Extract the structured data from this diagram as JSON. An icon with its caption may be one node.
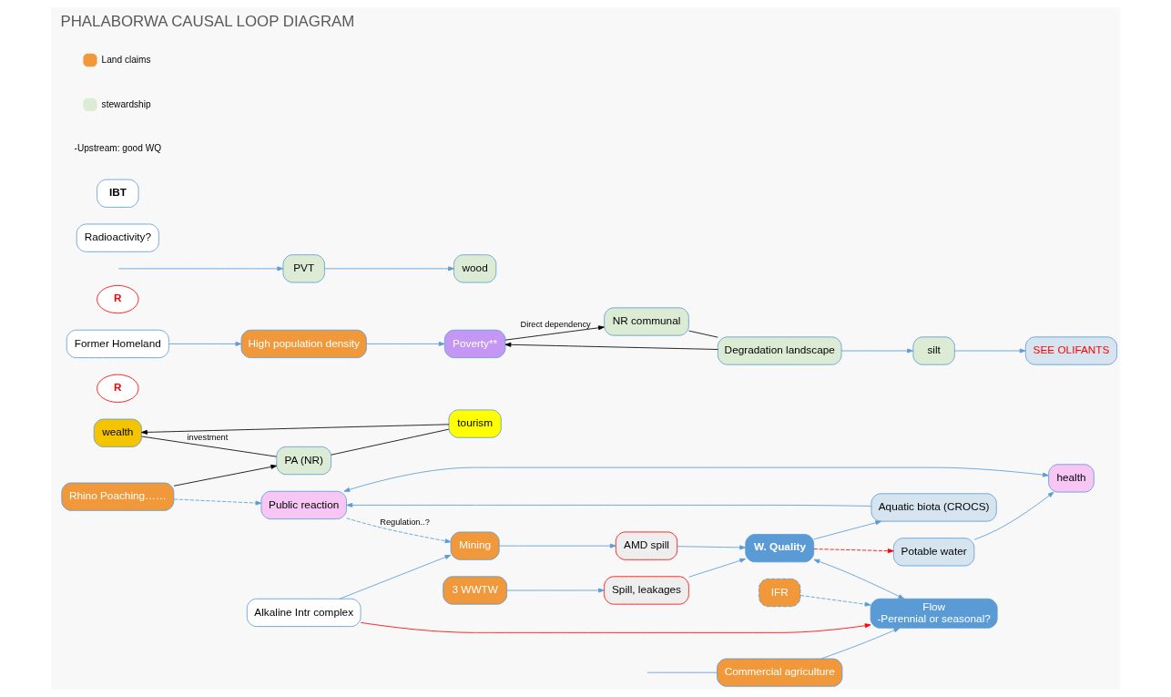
{
  "diagram": {
    "title": "PHALABORWA CAUSAL LOOP DIAGRAM",
    "nodes": [
      {
        "text": [
          "wealth"
        ]
      },
      {
        "text": [
          "tourism"
        ]
      },
      {
        "text": [
          "R"
        ]
      },
      {
        "text": [
          "PA (NR)"
        ]
      },
      {
        "text": [
          "Rhino Poaching……"
        ]
      },
      {
        "text": [
          "Former Homeland"
        ]
      },
      {
        "text": [
          "High population density"
        ]
      },
      {
        "text": [
          "Poverty**"
        ]
      },
      {
        "text": [
          "R"
        ]
      },
      {
        "text": [
          "Degradation landscape"
        ]
      },
      {
        "text": [
          "NR communal"
        ]
      },
      {
        "text": [
          "wood"
        ]
      },
      {
        "text": [
          "PVT"
        ]
      },
      {
        "text": [
          "silt"
        ]
      },
      {
        "text": [
          "SEE OLIFANTS"
        ]
      },
      {
        "text": [
          "Alkaline Intr complex"
        ]
      },
      {
        "text": [
          "Mining"
        ]
      },
      {
        "text": [
          "AMD spill"
        ]
      },
      {
        "text": [
          "Radioactivity?"
        ]
      },
      {
        "text": [
          "W. Quality"
        ]
      },
      {
        "text": [
          "Aquatic biota (CROCS)"
        ]
      },
      {
        "text": [
          "Potable water"
        ]
      },
      {
        "text": [
          "Public reaction"
        ]
      },
      {
        "text": [
          "3 WWTW"
        ]
      },
      {
        "text": [
          "Spill, leakages"
        ]
      },
      {
        "text": [
          "health"
        ]
      },
      {
        "text": [
          "Commercial agriculture"
        ]
      },
      {
        "text": [
          "Flow",
          "-Perennial or seasonal?"
        ]
      },
      {
        "text": [
          "IFR"
        ]
      },
      {
        "text": [
          "IBT"
        ]
      }
    ],
    "edges": [
      {
        "from": 0,
        "to": 3,
        "arrow": "none",
        "label": "investment",
        "color": "#000000"
      },
      {
        "from": 3,
        "to": 1,
        "arrow": "none",
        "color": "#000000"
      },
      {
        "from": 1,
        "to": 0,
        "arrow": "to",
        "color": "#000000"
      },
      {
        "from": 4,
        "to": 3,
        "arrow": "to",
        "color": "#000000"
      },
      {
        "from": 5,
        "to": 6,
        "arrow": "to"
      },
      {
        "from": 6,
        "to": 7,
        "arrow": "to"
      },
      {
        "from": 7,
        "to": 10,
        "arrow": "to",
        "label": "Direct dependency",
        "color": "#000000"
      },
      {
        "from": 10,
        "to": 9,
        "arrow": "none",
        "color": "#000000"
      },
      {
        "from": 9,
        "to": 7,
        "arrow": "to",
        "color": "#000000"
      },
      {
        "from": null,
        "to": 12,
        "arrow": "to"
      },
      {
        "from": 12,
        "to": 11,
        "arrow": "to"
      },
      {
        "from": 9,
        "to": 13,
        "arrow": "to"
      },
      {
        "from": 13,
        "to": 14,
        "arrow": "to"
      },
      {
        "from": 4,
        "to": 22,
        "arrow": "to",
        "style": "dashed"
      },
      {
        "from": 22,
        "to": 16,
        "arrow": "to",
        "style": "dashed",
        "label": "Regulation..?"
      },
      {
        "from": 15,
        "to": 16,
        "arrow": "to"
      },
      {
        "from": 15,
        "to": 27,
        "arrow": "to",
        "color": "#ff0000"
      },
      {
        "from": 16,
        "to": 17,
        "arrow": "to"
      },
      {
        "from": 17,
        "to": 19,
        "arrow": "to"
      },
      {
        "from": 23,
        "to": 24,
        "arrow": "to"
      },
      {
        "from": 24,
        "to": 19,
        "arrow": "to"
      },
      {
        "from": 19,
        "to": 20,
        "arrow": "to"
      },
      {
        "from": 19,
        "to": 21,
        "arrow": "to",
        "style": "dashed",
        "color": "#ff0000"
      },
      {
        "from": 19,
        "to": 27,
        "arrow": "both"
      },
      {
        "from": 20,
        "to": 22,
        "arrow": "to"
      },
      {
        "from": 21,
        "to": 25,
        "arrow": "to"
      },
      {
        "from": 22,
        "to": 25,
        "arrow": "both"
      },
      {
        "from": null,
        "to": 26,
        "arrow": "none"
      },
      {
        "from": 26,
        "to": 27,
        "arrow": "to"
      },
      {
        "from": 28,
        "to": 27,
        "arrow": "to",
        "style": "dashed"
      }
    ],
    "labels": [
      "-Upstream: good WQ"
    ],
    "legend": [
      {
        "text": "Land claims",
        "color": "#f0983a"
      },
      {
        "text": "stewardship",
        "color": "#dcebd4"
      }
    ]
  }
}
